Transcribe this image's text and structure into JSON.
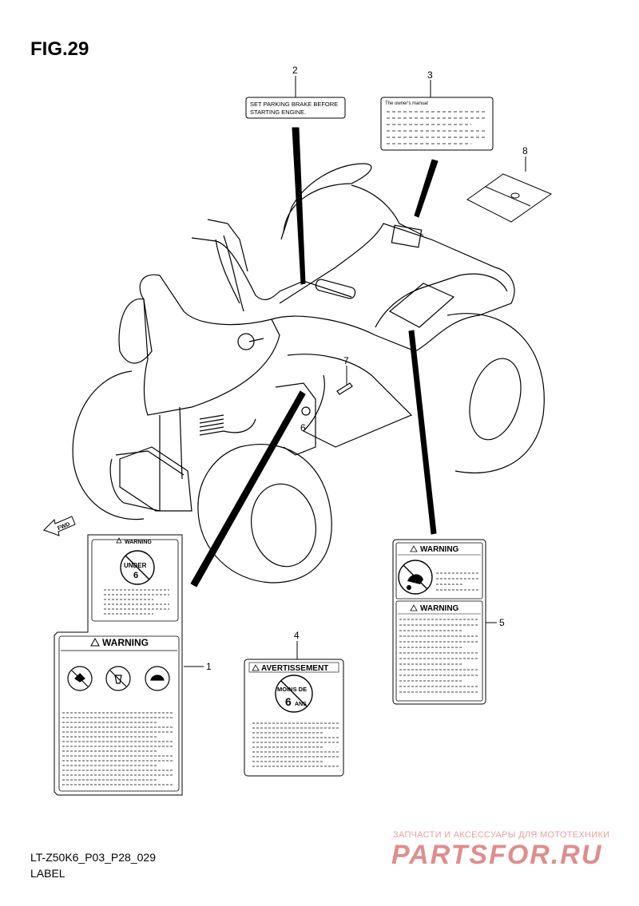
{
  "figure": {
    "title": "FIG.29",
    "code": "LT-Z50K6_P03_P28_029",
    "section": "LABEL"
  },
  "callouts": [
    "1",
    "2",
    "3",
    "4",
    "5",
    "6",
    "7",
    "8"
  ],
  "labels": {
    "parking_brake": {
      "line1": "SET PARKING BRAKE BEFORE",
      "line2": "STARTING ENGINE."
    },
    "owners_manual": {
      "heading": "The owner's manual"
    },
    "warning_word": "WARNING",
    "under6": {
      "top": "UNDER",
      "num": "6"
    },
    "avertissement": {
      "word": "AVERTISSEMENT",
      "top": "MOINS DE",
      "num": "6",
      "unit": "ANS"
    },
    "fwd": "FWD"
  },
  "watermark": {
    "line1": "ЗАПЧАСТИ И АКСЕССУАРЫ ДЛЯ МОТОТЕХНИКИ",
    "line2": "PARTSFOR.RU"
  },
  "colors": {
    "ink": "#000000",
    "watermark": "#e08d8d"
  }
}
